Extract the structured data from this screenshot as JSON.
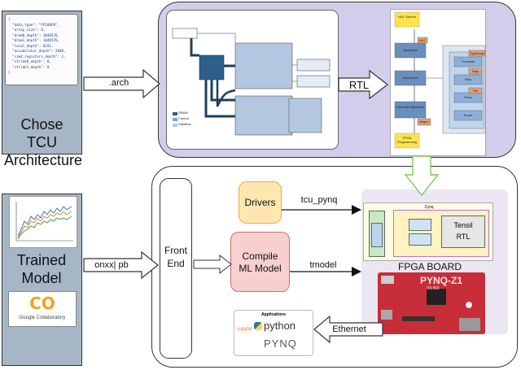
{
  "tcu_panel": {
    "code_lines": [
      "{",
      "  \"data_type\": \"FP16BP8\",",
      "  \"array_size\": 8,",
      "  \"dram0_depth\": 1048576,",
      "  \"dram1_depth\": 1048576,",
      "  \"local_depth\": 8192,",
      "  \"accumulator_depth\": 2048,",
      "  \"simd_registers_depth\": 1,",
      "  \"stride0_depth\": 8,",
      "  \"stride1_depth\": 8",
      "}"
    ],
    "title": "Chose TCU Architecture"
  },
  "trained_panel": {
    "title": "Trained Model",
    "colab_logo": "CO",
    "colab_label": "Google Collaboratory"
  },
  "arrows": {
    "arch": ".arch",
    "rtl": "RTL",
    "onnx": "onxx| pb",
    "tcu_pynq": "tcu_pynq",
    "tmodel": "tmodel",
    "ethernet": "Ethernet"
  },
  "boxes": {
    "front_end": "Front End",
    "drivers": "Drivers",
    "compile": "Compile ML Model",
    "fpga_board": "FPGA BOARD"
  },
  "flowchart": {
    "source": "HDL Source",
    "synthesis": "Synthesis",
    "implement": "Implement",
    "generate": "Generate Bitstream",
    "program": "FPGA Programming",
    "xdc": "XDC",
    "bitgen": "Bitgen",
    "steps": [
      "Translate",
      "Map",
      "Place",
      "Route"
    ],
    "side_tags": [
      "Synthesis",
      "Map",
      "Par"
    ]
  },
  "fpga": {
    "zynq_label": "Zynq",
    "pl_label": "Tensil",
    "rtl_label": "RTL",
    "board_text": "PYNQ-Z1",
    "board_sub": "XILINX"
  },
  "apps": {
    "title": "Applications",
    "jupyter": "jupyter",
    "python": "python",
    "pynq": "PYNQ"
  },
  "arch_diagram": {
    "legend": [
      "DRAM",
      "Control",
      "Dataflow"
    ]
  },
  "colors": {
    "gray_panel": "#a6b6c6",
    "lavender_panel": "#d3cdeb",
    "drivers_fill": "#fde6b0",
    "compile_fill": "#f7cfcf",
    "arrow_green": "#a8dd88"
  }
}
